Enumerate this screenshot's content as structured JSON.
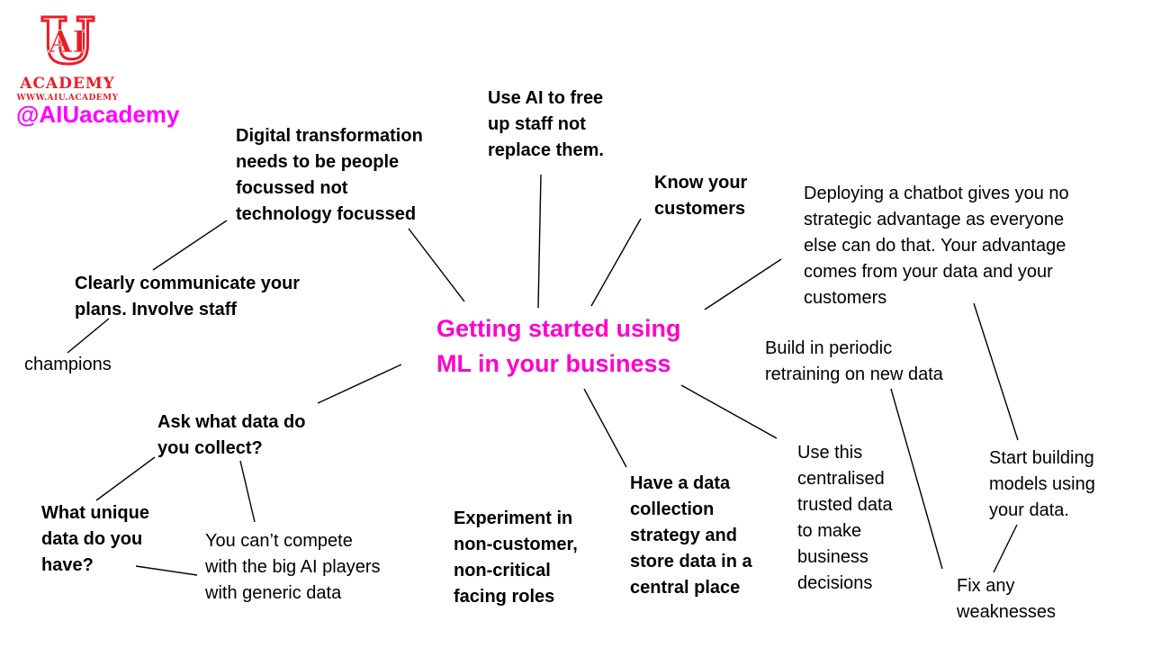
{
  "logo": {
    "emblem_u": "U",
    "emblem_ai": "AI",
    "academy": "ACADEMY",
    "website": "WWW.AIU.ACADEMY",
    "handle": "@AIUacademy"
  },
  "colors": {
    "logo_red": "#ed1c24",
    "handle_magenta": "#ff00ff",
    "center_magenta": "#ff00cc",
    "text": "#000000",
    "background": "#ffffff"
  },
  "mindmap": {
    "center": {
      "id": "center",
      "text": "Getting started using\nML in your business"
    },
    "nodes": [
      {
        "id": "digital-transformation",
        "text": "Digital transformation\nneeds to be people\nfocussed not\ntechnology focussed",
        "emphasis": "bold"
      },
      {
        "id": "use-ai",
        "text": "Use AI to free\nup staff not\nreplace them.",
        "emphasis": "bold"
      },
      {
        "id": "know-customers",
        "text": "Know your\ncustomers",
        "emphasis": "bold"
      },
      {
        "id": "chatbot-advantage",
        "text": "Deploying a chatbot gives you no\nstrategic advantage as everyone\nelse can do that.  Your advantage\ncomes from your data and your\ncustomers",
        "emphasis": "regular"
      },
      {
        "id": "periodic-retraining",
        "text": "Build in periodic\nretraining on new data",
        "emphasis": "regular"
      },
      {
        "id": "communicate-plans",
        "text": "Clearly communicate your\nplans. Involve staff",
        "emphasis": "bold"
      },
      {
        "id": "champions",
        "text": "champions",
        "emphasis": "regular"
      },
      {
        "id": "ask-what-data",
        "text": "Ask what data do\nyou collect?",
        "emphasis": "bold"
      },
      {
        "id": "unique-data",
        "text": "What unique\ndata do you\nhave?",
        "emphasis": "bold"
      },
      {
        "id": "cant-compete",
        "text": "You can’t compete\nwith the big AI players\nwith generic data",
        "emphasis": "regular"
      },
      {
        "id": "experiment-roles",
        "text": "Experiment in\nnon-customer,\nnon-critical\nfacing roles",
        "emphasis": "bold"
      },
      {
        "id": "data-strategy",
        "text": "Have a data\ncollection\nstrategy and\nstore data in a\ncentral place",
        "emphasis": "bold"
      },
      {
        "id": "centralised-data",
        "text": "Use this\ncentralised\ntrusted data\nto make\nbusiness\ndecisions",
        "emphasis": "regular"
      },
      {
        "id": "start-building",
        "text": "Start building\nmodels using\nyour data.",
        "emphasis": "regular"
      },
      {
        "id": "fix-weaknesses",
        "text": "Fix any\nweaknesses",
        "emphasis": "regular"
      }
    ],
    "edges": [
      {
        "from": "champions",
        "to": "communicate-plans"
      },
      {
        "from": "communicate-plans",
        "to": "digital-transformation"
      },
      {
        "from": "digital-transformation",
        "to": "center"
      },
      {
        "from": "center",
        "to": "use-ai"
      },
      {
        "from": "center",
        "to": "know-customers"
      },
      {
        "from": "center",
        "to": "chatbot-advantage"
      },
      {
        "from": "center",
        "to": "ask-what-data"
      },
      {
        "from": "ask-what-data",
        "to": "unique-data"
      },
      {
        "from": "ask-what-data",
        "to": "cant-compete"
      },
      {
        "from": "unique-data",
        "to": "cant-compete"
      },
      {
        "from": "center",
        "to": "data-strategy"
      },
      {
        "from": "center",
        "to": "centralised-data"
      },
      {
        "from": "chatbot-advantage",
        "to": "start-building"
      },
      {
        "from": "periodic-retraining",
        "to": "fix-weaknesses"
      },
      {
        "from": "start-building",
        "to": "fix-weaknesses"
      }
    ]
  }
}
